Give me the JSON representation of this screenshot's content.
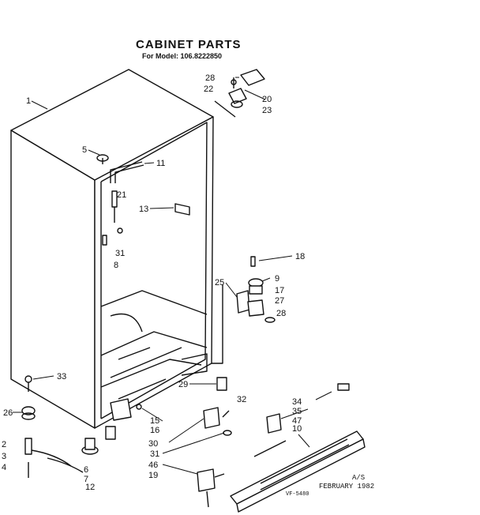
{
  "header": {
    "title": "CABINET PARTS",
    "subtitle": "For Model: 106.8222850"
  },
  "footer": {
    "rev": "A/S",
    "date": "FEBRUARY 1982",
    "code": "VF-5480"
  },
  "callouts": [
    "1",
    "2",
    "3",
    "4",
    "5",
    "6",
    "7",
    "8",
    "9",
    "10",
    "11",
    "12",
    "13",
    "15",
    "16",
    "17",
    "18",
    "19",
    "20",
    "21",
    "22",
    "23",
    "25",
    "26",
    "27",
    "28",
    "28",
    "29",
    "30",
    "31",
    "31",
    "32",
    "33",
    "34",
    "35",
    "46",
    "47"
  ]
}
